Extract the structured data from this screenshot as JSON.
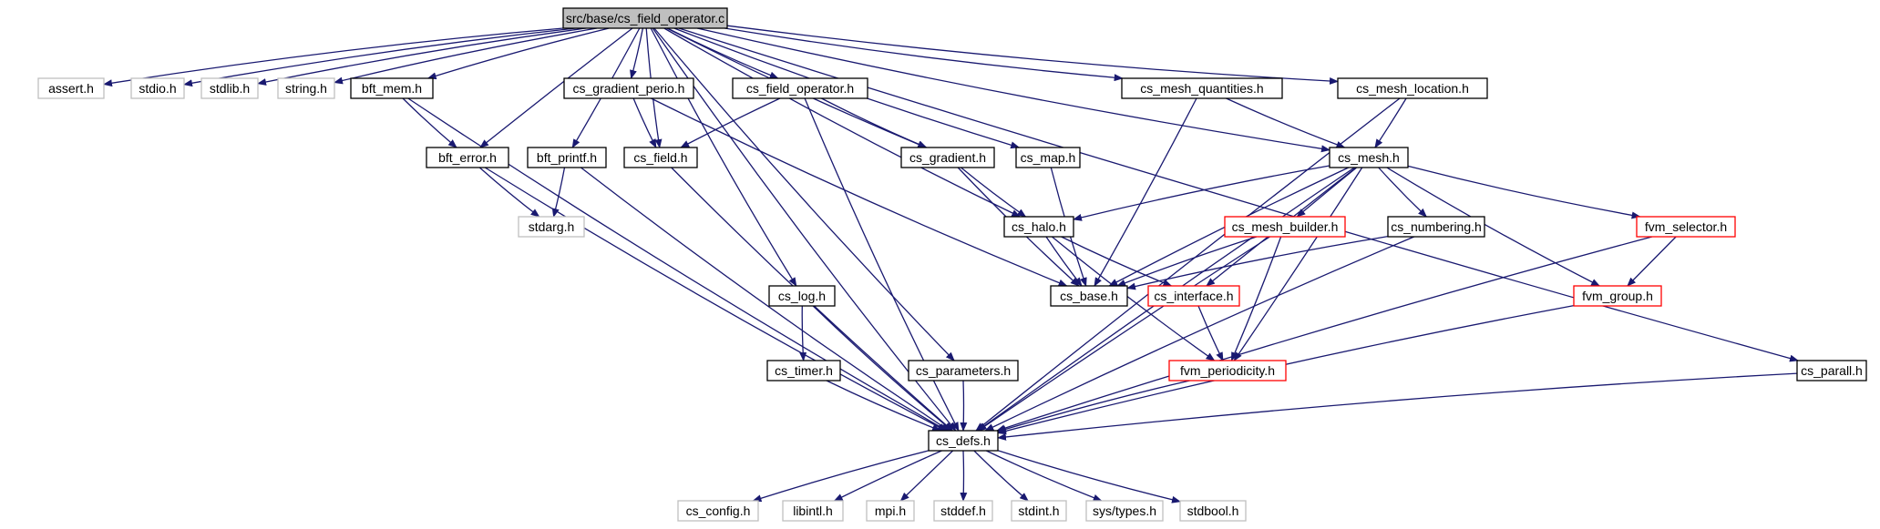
{
  "colors": {
    "edge": "#191970",
    "root_fill": "#bfbfbf",
    "normal_border": "#000000",
    "external_border": "#bfbfbf",
    "truncated_border": "#ff0000"
  },
  "nodes": [
    {
      "id": "root",
      "label": "src/base/cs_field_operator.c",
      "kind": "root"
    },
    {
      "id": "assert",
      "label": "assert.h",
      "kind": "external"
    },
    {
      "id": "stdio",
      "label": "stdio.h",
      "kind": "external"
    },
    {
      "id": "stdlib",
      "label": "stdlib.h",
      "kind": "external"
    },
    {
      "id": "string",
      "label": "string.h",
      "kind": "external"
    },
    {
      "id": "bft_mem",
      "label": "bft_mem.h",
      "kind": "normal"
    },
    {
      "id": "cs_gradient_perio",
      "label": "cs_gradient_perio.h",
      "kind": "normal"
    },
    {
      "id": "cs_field_operator",
      "label": "cs_field_operator.h",
      "kind": "normal"
    },
    {
      "id": "cs_mesh_quantities",
      "label": "cs_mesh_quantities.h",
      "kind": "normal"
    },
    {
      "id": "cs_mesh_location",
      "label": "cs_mesh_location.h",
      "kind": "normal"
    },
    {
      "id": "bft_error",
      "label": "bft_error.h",
      "kind": "normal"
    },
    {
      "id": "bft_printf",
      "label": "bft_printf.h",
      "kind": "normal"
    },
    {
      "id": "cs_field",
      "label": "cs_field.h",
      "kind": "normal"
    },
    {
      "id": "cs_gradient",
      "label": "cs_gradient.h",
      "kind": "normal"
    },
    {
      "id": "cs_map",
      "label": "cs_map.h",
      "kind": "normal"
    },
    {
      "id": "cs_mesh",
      "label": "cs_mesh.h",
      "kind": "normal"
    },
    {
      "id": "stdarg",
      "label": "stdarg.h",
      "kind": "external"
    },
    {
      "id": "cs_halo",
      "label": "cs_halo.h",
      "kind": "normal"
    },
    {
      "id": "cs_mesh_builder",
      "label": "cs_mesh_builder.h",
      "kind": "truncated"
    },
    {
      "id": "cs_numbering",
      "label": "cs_numbering.h",
      "kind": "normal"
    },
    {
      "id": "fvm_selector",
      "label": "fvm_selector.h",
      "kind": "truncated"
    },
    {
      "id": "cs_log",
      "label": "cs_log.h",
      "kind": "normal"
    },
    {
      "id": "cs_base",
      "label": "cs_base.h",
      "kind": "normal"
    },
    {
      "id": "cs_interface",
      "label": "cs_interface.h",
      "kind": "truncated"
    },
    {
      "id": "fvm_group",
      "label": "fvm_group.h",
      "kind": "truncated"
    },
    {
      "id": "cs_timer",
      "label": "cs_timer.h",
      "kind": "normal"
    },
    {
      "id": "cs_parameters",
      "label": "cs_parameters.h",
      "kind": "normal"
    },
    {
      "id": "fvm_periodicity",
      "label": "fvm_periodicity.h",
      "kind": "truncated"
    },
    {
      "id": "cs_parall",
      "label": "cs_parall.h",
      "kind": "normal"
    },
    {
      "id": "cs_defs",
      "label": "cs_defs.h",
      "kind": "normal"
    },
    {
      "id": "cs_config",
      "label": "cs_config.h",
      "kind": "external"
    },
    {
      "id": "libintl",
      "label": "libintl.h",
      "kind": "external"
    },
    {
      "id": "mpi",
      "label": "mpi.h",
      "kind": "external"
    },
    {
      "id": "stddef",
      "label": "stddef.h",
      "kind": "external"
    },
    {
      "id": "stdint",
      "label": "stdint.h",
      "kind": "external"
    },
    {
      "id": "sys_types",
      "label": "sys/types.h",
      "kind": "external"
    },
    {
      "id": "stdbool",
      "label": "stdbool.h",
      "kind": "external"
    }
  ],
  "edges": [
    [
      "root",
      "assert"
    ],
    [
      "root",
      "stdio"
    ],
    [
      "root",
      "stdlib"
    ],
    [
      "root",
      "string"
    ],
    [
      "root",
      "bft_mem"
    ],
    [
      "root",
      "cs_gradient_perio"
    ],
    [
      "root",
      "cs_field_operator"
    ],
    [
      "root",
      "cs_mesh_quantities"
    ],
    [
      "root",
      "cs_mesh_location"
    ],
    [
      "root",
      "bft_error"
    ],
    [
      "root",
      "bft_printf"
    ],
    [
      "root",
      "cs_field"
    ],
    [
      "root",
      "cs_gradient"
    ],
    [
      "root",
      "cs_map"
    ],
    [
      "root",
      "cs_mesh"
    ],
    [
      "root",
      "cs_halo"
    ],
    [
      "root",
      "cs_log"
    ],
    [
      "root",
      "cs_parameters"
    ],
    [
      "root",
      "cs_parall"
    ],
    [
      "root",
      "cs_defs"
    ],
    [
      "bft_mem",
      "bft_error"
    ],
    [
      "bft_mem",
      "cs_defs"
    ],
    [
      "cs_gradient_perio",
      "cs_field"
    ],
    [
      "cs_gradient_perio",
      "cs_base"
    ],
    [
      "cs_field_operator",
      "cs_field"
    ],
    [
      "cs_field_operator",
      "cs_gradient"
    ],
    [
      "cs_field_operator",
      "cs_defs"
    ],
    [
      "cs_mesh_quantities",
      "cs_mesh"
    ],
    [
      "cs_mesh_quantities",
      "cs_base"
    ],
    [
      "cs_mesh_location",
      "cs_mesh"
    ],
    [
      "cs_mesh_location",
      "cs_defs"
    ],
    [
      "bft_error",
      "stdarg"
    ],
    [
      "bft_error",
      "cs_defs"
    ],
    [
      "bft_printf",
      "stdarg"
    ],
    [
      "bft_printf",
      "cs_defs"
    ],
    [
      "cs_field",
      "cs_defs"
    ],
    [
      "cs_gradient",
      "cs_halo"
    ],
    [
      "cs_gradient",
      "cs_base"
    ],
    [
      "cs_map",
      "cs_base"
    ],
    [
      "cs_mesh",
      "cs_halo"
    ],
    [
      "cs_mesh",
      "cs_base"
    ],
    [
      "cs_mesh",
      "cs_mesh_builder"
    ],
    [
      "cs_mesh",
      "cs_numbering"
    ],
    [
      "cs_mesh",
      "fvm_selector"
    ],
    [
      "cs_mesh",
      "cs_interface"
    ],
    [
      "cs_mesh",
      "fvm_periodicity"
    ],
    [
      "cs_mesh",
      "fvm_group"
    ],
    [
      "cs_mesh",
      "cs_defs"
    ],
    [
      "cs_halo",
      "cs_base"
    ],
    [
      "cs_halo",
      "cs_interface"
    ],
    [
      "cs_halo",
      "fvm_periodicity"
    ],
    [
      "cs_mesh_builder",
      "cs_base"
    ],
    [
      "cs_mesh_builder",
      "fvm_periodicity"
    ],
    [
      "cs_mesh_builder",
      "cs_defs"
    ],
    [
      "cs_numbering",
      "cs_base"
    ],
    [
      "cs_numbering",
      "cs_defs"
    ],
    [
      "fvm_selector",
      "fvm_group"
    ],
    [
      "fvm_selector",
      "cs_defs"
    ],
    [
      "cs_log",
      "cs_timer"
    ],
    [
      "cs_log",
      "cs_defs"
    ],
    [
      "cs_interface",
      "fvm_periodicity"
    ],
    [
      "fvm_group",
      "cs_defs"
    ],
    [
      "cs_timer",
      "cs_defs"
    ],
    [
      "cs_parameters",
      "cs_defs"
    ],
    [
      "fvm_periodicity",
      "cs_defs"
    ],
    [
      "cs_parall",
      "cs_defs"
    ],
    [
      "cs_defs",
      "cs_config"
    ],
    [
      "cs_defs",
      "libintl"
    ],
    [
      "cs_defs",
      "mpi"
    ],
    [
      "cs_defs",
      "stddef"
    ],
    [
      "cs_defs",
      "stdint"
    ],
    [
      "cs_defs",
      "sys_types"
    ],
    [
      "cs_defs",
      "stdbool"
    ]
  ]
}
